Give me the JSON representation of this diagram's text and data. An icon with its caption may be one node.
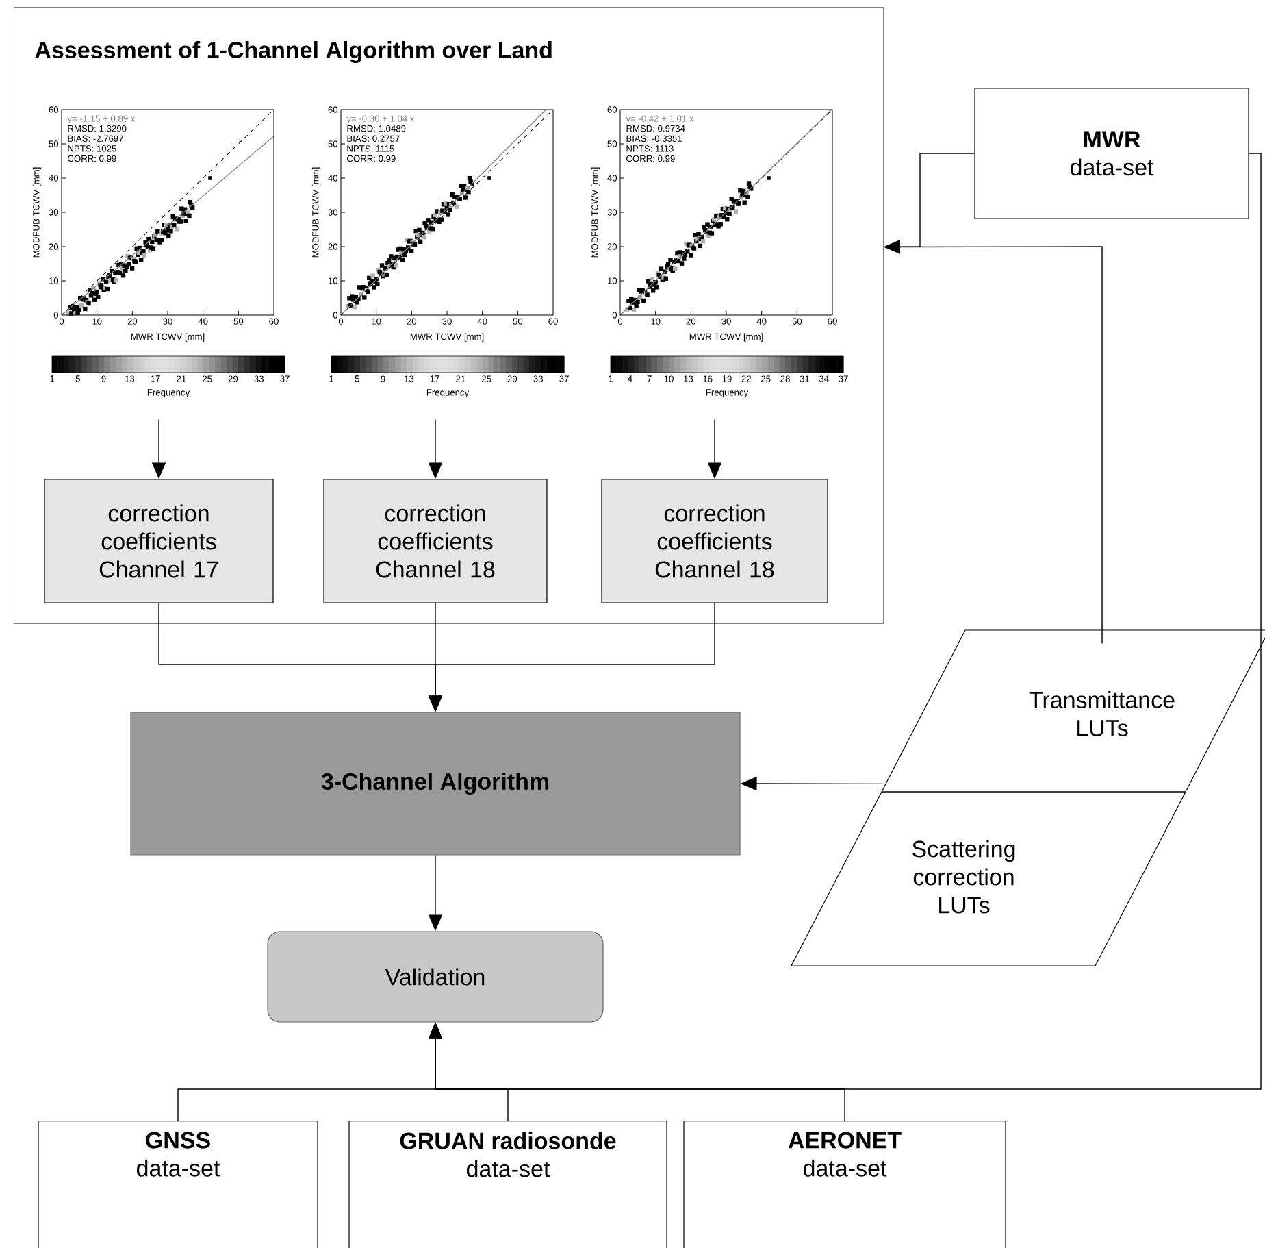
{
  "diagram": {
    "nodes": [
      {
        "text": [
          "Assessment of 1-Channel Algorithm over Land"
        ]
      },
      {
        "text": [
          "y= -1.15 + 0.89 x",
          "RMSD: 1.3290",
          "BIAS: -2.7697",
          "NPTS:  1025",
          "CORR: 0.99",
          "MODFUB TCWV [mm]",
          "MWR TCWV [mm]",
          "Frequency",
          "60",
          "50",
          "40",
          "30",
          "20",
          "10",
          "0",
          "0",
          "10",
          "20",
          "30",
          "40",
          "50",
          "60",
          "1",
          "5",
          "9",
          "13",
          "17",
          "21",
          "25",
          "29",
          "33",
          "37"
        ],
        "in": 0
      },
      {
        "text": [
          "y= -0.30 + 1.04 x",
          "RMSD: 1.0489",
          "BIAS: 0.2757",
          "NPTS:  1115",
          "CORR: 0.99",
          "MODFUB TCWV [mm]",
          "MWR TCWV [mm]",
          "Frequency",
          "60",
          "50",
          "40",
          "30",
          "20",
          "10",
          "0",
          "0",
          "10",
          "20",
          "30",
          "40",
          "50",
          "60",
          "1",
          "5",
          "9",
          "13",
          "17",
          "21",
          "25",
          "29",
          "33",
          "37"
        ],
        "in": 0
      },
      {
        "text": [
          "y= -0.42 + 1.01 x",
          "RMSD: 0.9734",
          "BIAS: -0.3351",
          "NPTS:  1113",
          "CORR: 0.99",
          "MODFUB TCWV [mm]",
          "MWR TCWV [mm]",
          "Frequency",
          "60",
          "50",
          "40",
          "30",
          "20",
          "10",
          "0",
          "0",
          "10",
          "20",
          "30",
          "40",
          "50",
          "60",
          "1",
          "4",
          "7",
          "10",
          "13",
          "16",
          "19",
          "22",
          "25",
          "28",
          "31",
          "34",
          "37"
        ],
        "in": 0
      },
      {
        "text": [
          "correction coefficients Channel 17"
        ],
        "in": 0
      },
      {
        "text": [
          "correction coefficients Channel 18"
        ],
        "in": 0
      },
      {
        "text": [
          "correction coefficients Channel 18"
        ],
        "in": 0
      },
      {
        "text": [
          "MWR",
          "data-set"
        ]
      },
      {
        "text": [
          "3-Channel Algorithm"
        ]
      },
      {
        "text": [
          "Transmittance LUTs"
        ]
      },
      {
        "text": [
          "Scattering correction LUTs"
        ]
      },
      {
        "text": [
          "Validation"
        ]
      },
      {
        "text": [
          "GNSS",
          "data-set"
        ]
      },
      {
        "text": [
          "GRUAN radiosonde",
          "data-set"
        ]
      },
      {
        "text": [
          "AERONET",
          "data-set"
        ]
      }
    ],
    "edges": [
      {
        "from": 1,
        "to": 4,
        "arrow": "to"
      },
      {
        "from": 2,
        "to": 5,
        "arrow": "to"
      },
      {
        "from": 3,
        "to": 6,
        "arrow": "to"
      },
      {
        "from": 4,
        "to": 8,
        "arrow": "to"
      },
      {
        "from": 5,
        "to": 8,
        "arrow": "to"
      },
      {
        "from": 6,
        "to": 8,
        "arrow": "to"
      },
      {
        "from": 7,
        "to": 0,
        "arrow": "to"
      },
      {
        "from": 9,
        "to": 0,
        "arrow": "to"
      },
      {
        "from": 9,
        "to": 8,
        "arrow": "to"
      },
      {
        "from": 8,
        "to": 11,
        "arrow": "to"
      },
      {
        "from": 7,
        "to": 11,
        "arrow": "to"
      },
      {
        "from": 12,
        "to": 11,
        "arrow": "to"
      },
      {
        "from": 13,
        "to": 11,
        "arrow": "to"
      },
      {
        "from": 14,
        "to": 11,
        "arrow": "to"
      }
    ]
  }
}
